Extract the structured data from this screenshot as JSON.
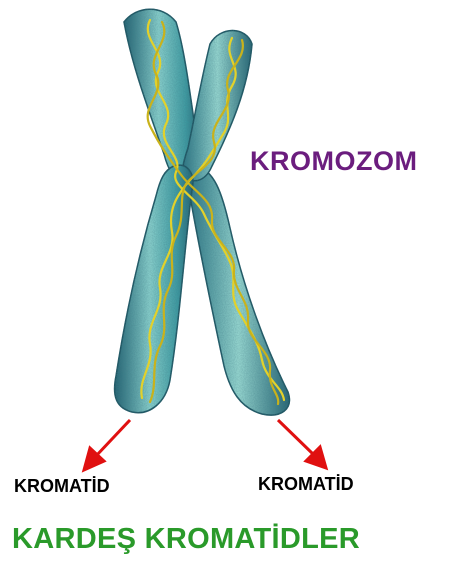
{
  "labels": {
    "chromosome": "KROMOZOM",
    "chromatid_left": "KROMATİD",
    "chromatid_right": "KROMATİD",
    "sister_chromatids": "KARDEŞ KROMATİDLER"
  },
  "colors": {
    "chromosome_label": "#6b1d7e",
    "chromatid_label": "#000000",
    "sister_label": "#2a9a2a",
    "arrow": "#e01010",
    "chromatid_body_light": "#8fd8d3",
    "chromatid_body_mid": "#3f9ea4",
    "chromatid_body_dark": "#1f5d6d",
    "dna_helix": "#e3d12a"
  }
}
